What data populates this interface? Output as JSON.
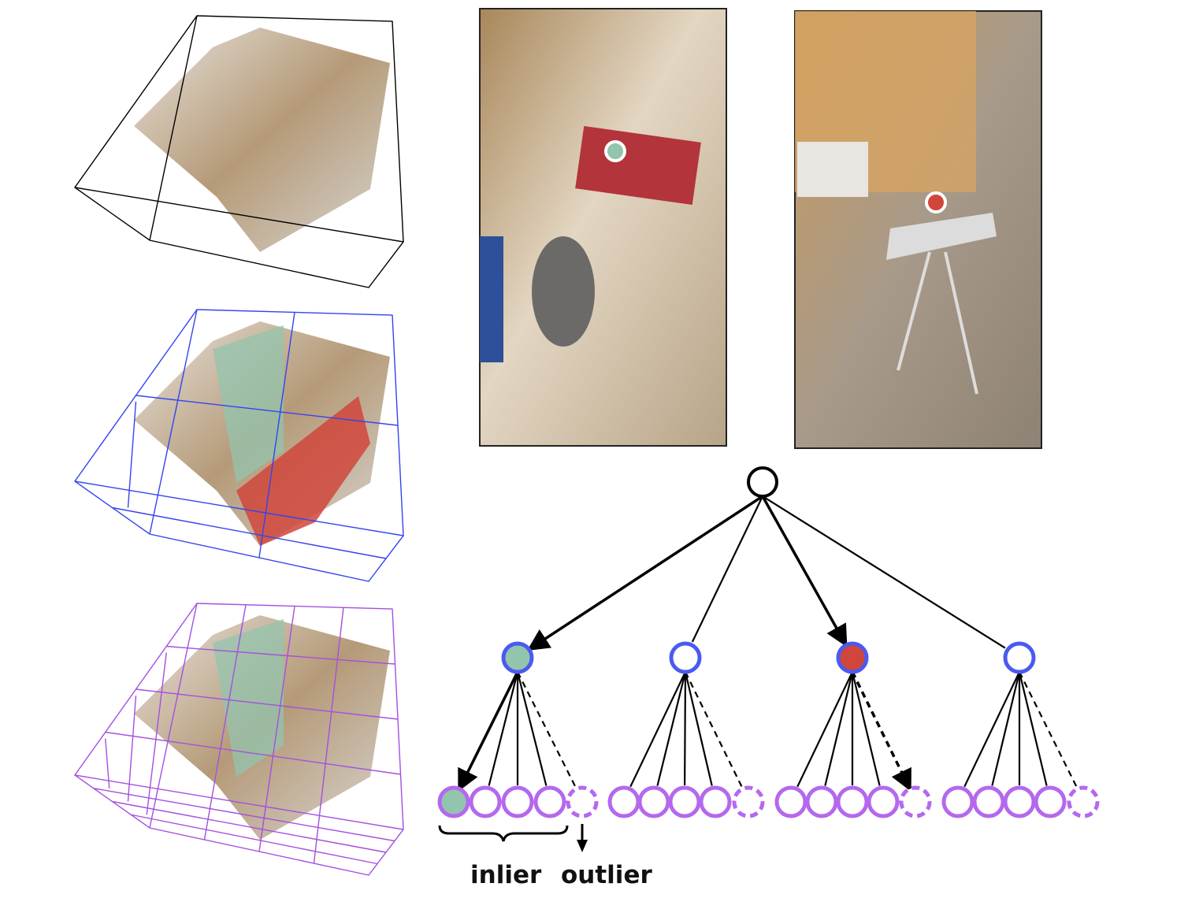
{
  "labels": {
    "inlier": "inlier",
    "outlier": "outlier"
  },
  "colors": {
    "green": "#93c4ad",
    "red": "#d0463c",
    "blue": "#4a5af0",
    "purple": "#b468ee",
    "black": "#000000"
  },
  "scans": [
    {
      "name": "scan-level-0",
      "grid": 1,
      "color": "#000000"
    },
    {
      "name": "scan-level-1",
      "grid": 2,
      "color": "#3344ee"
    },
    {
      "name": "scan-level-2",
      "grid": 4,
      "color": "#a450e0"
    }
  ],
  "tree": {
    "root": {
      "fill": "none"
    },
    "children": [
      {
        "fill": "green",
        "selected": true,
        "leaves": [
          "green",
          "none",
          "none",
          "none",
          "outlier"
        ]
      },
      {
        "fill": "none",
        "selected": false,
        "leaves": [
          "none",
          "none",
          "none",
          "none",
          "outlier"
        ]
      },
      {
        "fill": "red",
        "selected": true,
        "leaves": [
          "none",
          "none",
          "none",
          "none",
          "outlier"
        ]
      },
      {
        "fill": "none",
        "selected": false,
        "leaves": [
          "none",
          "none",
          "none",
          "none",
          "outlier"
        ]
      }
    ]
  }
}
